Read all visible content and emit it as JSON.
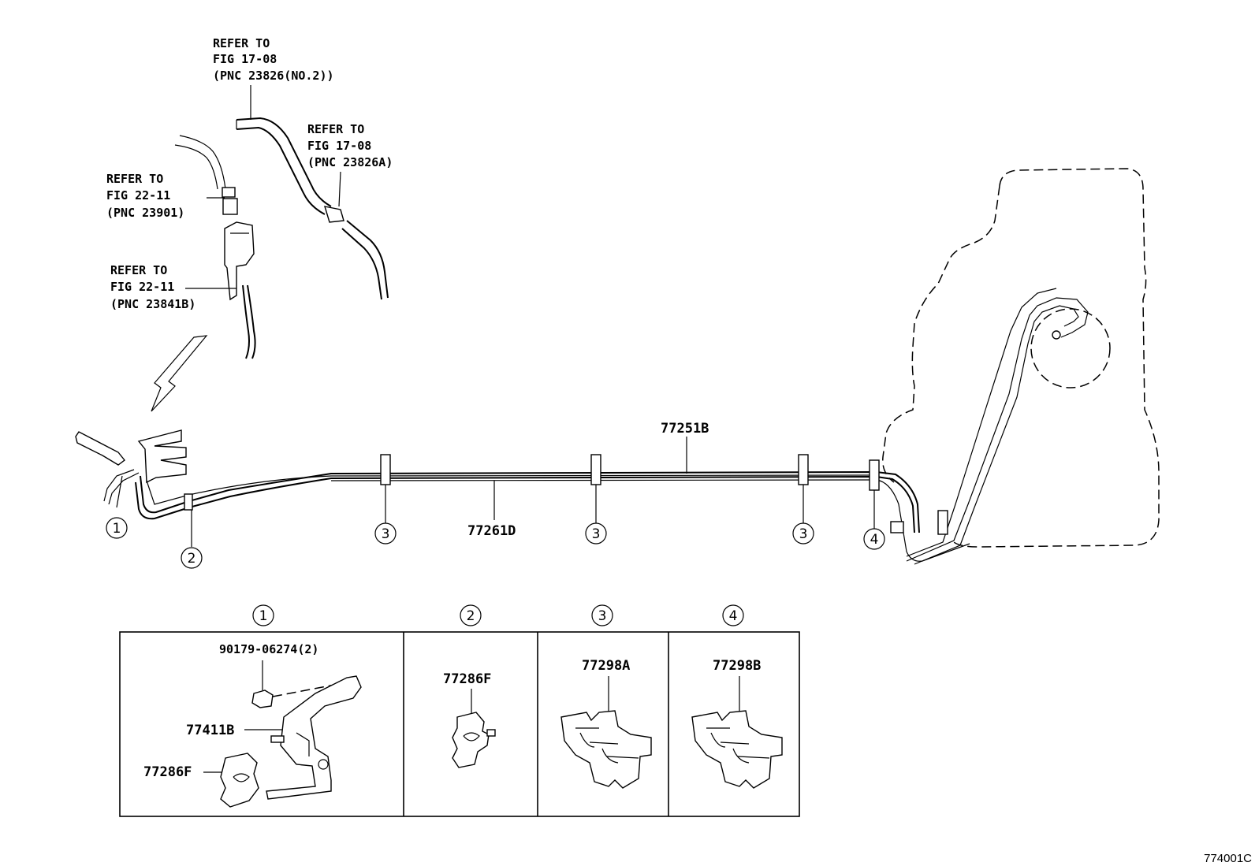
{
  "references": [
    {
      "line1": "REFER TO",
      "line2": "FIG 17-08",
      "line3": "(PNC 23826(NO.2))"
    },
    {
      "line1": "REFER TO",
      "line2": "FIG 17-08",
      "line3": "(PNC 23826A)"
    },
    {
      "line1": "REFER TO",
      "line2": "FIG 22-11",
      "line3": "(PNC 23901)"
    },
    {
      "line1": "REFER TO",
      "line2": "FIG 22-11",
      "line3": "(PNC 23841B)"
    }
  ],
  "main_parts": {
    "upper_pipe": "77251B",
    "lower_pipe": "77261D"
  },
  "callouts": [
    "1",
    "2",
    "3",
    "3",
    "3",
    "4"
  ],
  "detail_panels": [
    {
      "callout": "1",
      "parts": [
        "90179-06274(2)",
        "77411B",
        "77286F"
      ]
    },
    {
      "callout": "2",
      "parts": [
        "77286F"
      ]
    },
    {
      "callout": "3",
      "parts": [
        "77298A"
      ]
    },
    {
      "callout": "4",
      "parts": [
        "77298B"
      ]
    }
  ],
  "figure_code": "774001C"
}
